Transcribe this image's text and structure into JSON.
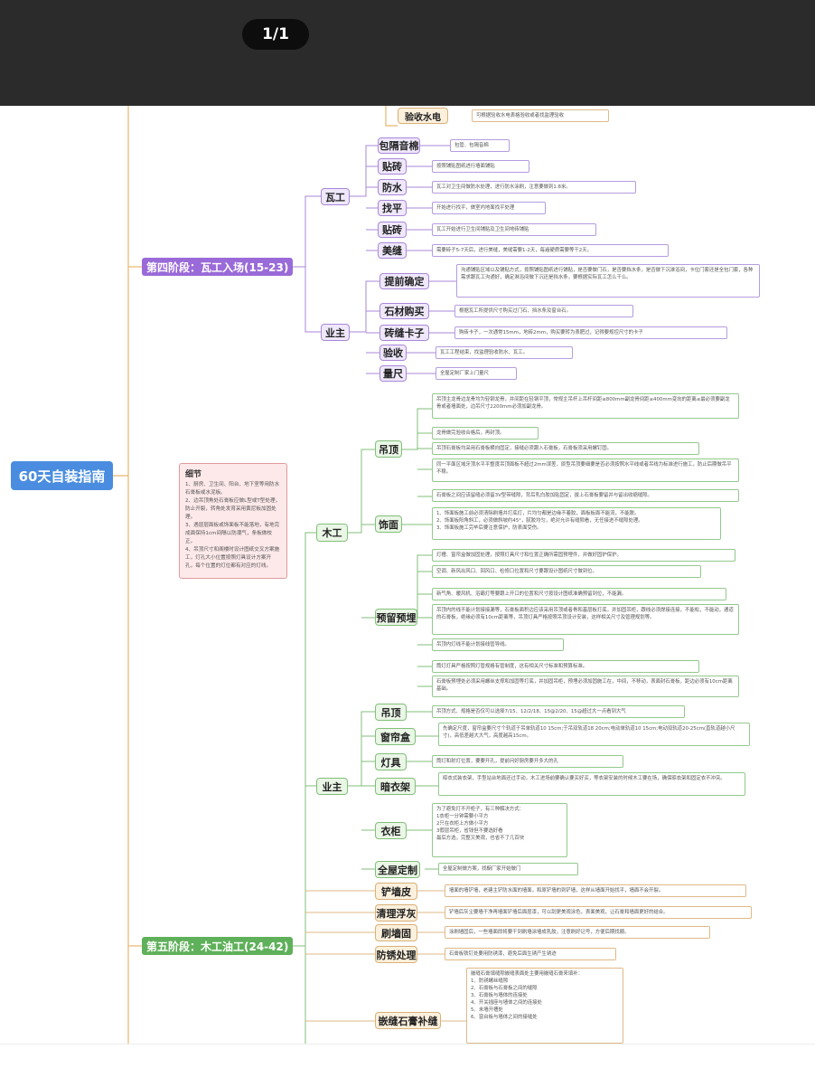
{
  "viewer": {
    "page_indicator": "1/1"
  },
  "root": {
    "label": "60天自装指南"
  },
  "top_item": {
    "label": "验收水电",
    "desc": "可根据验收水电表格验收或者找监理验收"
  },
  "stage4": {
    "label": "第四阶段：瓦工入场(15-23)",
    "wagong": {
      "label": "瓦工",
      "items": [
        {
          "label": "包隔音棉",
          "desc": "包管、包隔音棉"
        },
        {
          "label": "贴砖",
          "desc": "按照铺贴图纸进行墙面铺贴"
        },
        {
          "label": "防水",
          "desc": "瓦工对卫生间做防水处理，进行防水涂刷，注意要做到1.8米。"
        },
        {
          "label": "找平",
          "desc": "开始进行找平，做室内地面找平处理"
        },
        {
          "label": "贴砖",
          "desc": "瓦工开始进行卫生间铺贴及卫生间地砖铺贴"
        },
        {
          "label": "美缝",
          "desc": "需要砖子5-7天后，进行美缝，美缝需要1-2天，每遍硬质需要等干2天。"
        }
      ]
    },
    "yezhu": {
      "label": "业主",
      "items": [
        {
          "label": "提前确定",
          "desc": "沟通铺贴区域以及铺贴方式，按照铺贴图纸进行铺贴，是否要做门石，是否要挡水条，是否做下沉淋浴间，卡位门套还是全包门套，各种需求跟瓦工沟通好，确定淋浴间做下沉还是挡水条，要根据实际瓦工怎么干么。"
        },
        {
          "label": "石材购买",
          "desc": "根据瓦工所提供尺寸购买过门石、挡水条及窗台石。"
        },
        {
          "label": "砖缝卡子",
          "desc": "购砖卡子，一次通常15mm，地砖2mm，购买要转为表肥过，记得要规控尺寸的卡子"
        },
        {
          "label": "验收",
          "desc": "瓦工工程结束，找监理验收防水、瓦工。"
        },
        {
          "label": "量尺",
          "desc": "全屋定制厂家上门量尺"
        }
      ]
    }
  },
  "note": {
    "title": "细节",
    "body": "1、厨房、卫生间、阳台、地下室等用防水石膏板或水泥板。\n2、边吊顶角处石膏板应做L型或T型处理，防止开裂，转角处发育采用黄尼板加固处理。\n3、遇层层面板或饰面板不能落地，有地完成面保持1cm间隔以防潮气，条板做校正。\n4、吊顶尺寸和阁楼时设计图纸交叉方案施工，灯孔大小位置按照灯具设计方案开孔，每个位置的灯位都有对应的灯线。"
  },
  "stage5": {
    "label": "第五阶段：木工油工(24-42)",
    "mugong": {
      "label": "木工",
      "diaoding": {
        "label": "吊顶",
        "items": [
          "吊顶主龙骨边龙骨均为轻钢龙骨，并间距在轻钢平顶，常规主吊杆上吊杆间距≤800mm副龙骨间距≤400mm变向的距离≤最必须要副龙骨或者墙面处，边吊尺寸2200mm必须加副龙骨。",
          "龙骨做完验收合格后，再封顶。",
          "吊顶石膏板均采用石膏板横向固定，接缝必须跟入石膏板，石膏板须采用螺钉固。",
          "同一平面区域牙顶水平平整度吊顶面板不超过2mm误差，原型吊顶要细要是否必须按照水平线或者吊线为标准进行施工，防止后期做吊平不稳。",
          "石膏板之间应该留缝必须留3V型带缝隙，背后乳白胶加贴固定，拔上石膏板要留并与留出收缩缝隙。"
        ]
      },
      "shimian": {
        "label": "饰面",
        "desc": "1、饰面板施工前必须清除刷墙并打底灯，片均匀都是边缘不着胶，面板板面不能流，不能脱。\n2、饰面板阳角斜工，必须做斜坡约45°，腻胶均匀，绝对允许有缝隙看，无任接进不缝隙处理。\n3、饰面板施工完毕后要注意保护，防表面受伤。"
      },
      "yuliu": {
        "label": "预留预埋",
        "items": [
          "灯槽、窗帘盒做加固处理，按照灯具尺寸和位置正确所需固预埋件，并做好固护保护。",
          "空调、新风出风口、回风口、检修口位置和尺寸要跟设计图纸尺寸做到位。",
          "新气角、暖风机、浴霸灯等要跟上开口的位置和尺寸按设计图纸准确预留到位，不能漏。",
          "吊顶内的线不能计划接接漏等，石膏板面积边应该采用吊顶或者骨和基层板打底，并加固吊柜，跟线必须焊接连接，不能松，不能动，通道的石膏板，绝缘必须有10cm距离等，吊顶灯具严格按照吊顶设计安装，这样相关尺寸及管理规划等。",
          "吊顶内灯线不能计划接线管导线。",
          "筒灯灯具严格按照灯管规格有管制度，这有相关尺寸标准和预算标准。",
          "石膏板预埋处必须采用螺丝支撑和加固等打底，并加固吊柜，预埋必须加固施工在，中间，不移动，表面封石膏板，距边必须有10cm距离基础。"
        ]
      }
    },
    "yezhu": {
      "label": "业主",
      "items": [
        {
          "label": "吊顶",
          "desc": "吊顶方式、规格是否仅可以选择7/15、12/2/18、15@2/20、15@超过大一点看到大气"
        },
        {
          "label": "窗帘盒",
          "desc": "先确定尺度，窗帘盒要尺寸个轨道于吊单轨道10 15cm;于吊双轨道18 20cm;电动单轨道10 15cm;电动双轨道20-25cm(直轨道越小尺寸)，高低差越大大气，高度越高15cm。"
        },
        {
          "label": "灯具",
          "desc": "筒灯和射灯位置，要要开孔，提前问好厨房要开多大的孔"
        },
        {
          "label": "暗衣架",
          "desc": "晾衣式装衣架，手型站台地面还过手动，木工进场前要确认要买好买，等衣架安装的时候木工要在场，确保晾衣架和固定衣不冲突。"
        },
        {
          "label": "衣柜",
          "desc": "为了避免打不开柜子，有三种解决方式：\n1衣柜一分钟需要小平方\n2只在衣柜上方做小平方\n3假层吊柜，省钱但不要选好看\n最后方选，完整又美观，也省不了几百块"
        },
        {
          "label": "全屋定制",
          "desc": "全屋定制做方案，找橱厂家开始做门"
        }
      ]
    },
    "orange": {
      "items": [
        {
          "label": "铲墙皮",
          "desc": "墙面的墙铲墙，老建主铲防水面的墙面，和原铲墙的到铲墙，这样从墙面开始找平，墙面不会开裂。"
        },
        {
          "label": "清理浮灰",
          "desc": "铲墙后灰尘要墙干净再墙面铲墙后面层漆，可以刮更美观涂色，表面美观，让石膏和墙面更好的结合。"
        },
        {
          "label": "刷墙固",
          "desc": "涂刷墙固后，一些墙面即将要干到刷墙涂墙成乳胶，注意刷好记号，方便后期找顺。"
        },
        {
          "label": "防锈处理",
          "desc": "石膏板铁钉处要用防锈漆，避免后面生锈产生锈迹"
        },
        {
          "label": "嵌缝石膏补缝",
          "desc": "嵌缝石膏填缝隙嵌缝表面处主要用嵌缝石膏来填补：\n1、防锈螺丝缝隙\n2、石膏板与石膏板之间的缝隙\n3、石膏板与墙体的连接处\n4、开关插座与墙体之间的连接处\n5、未墙开槽处\n6、窗台板与墙体之间的接缝处"
        }
      ]
    }
  }
}
